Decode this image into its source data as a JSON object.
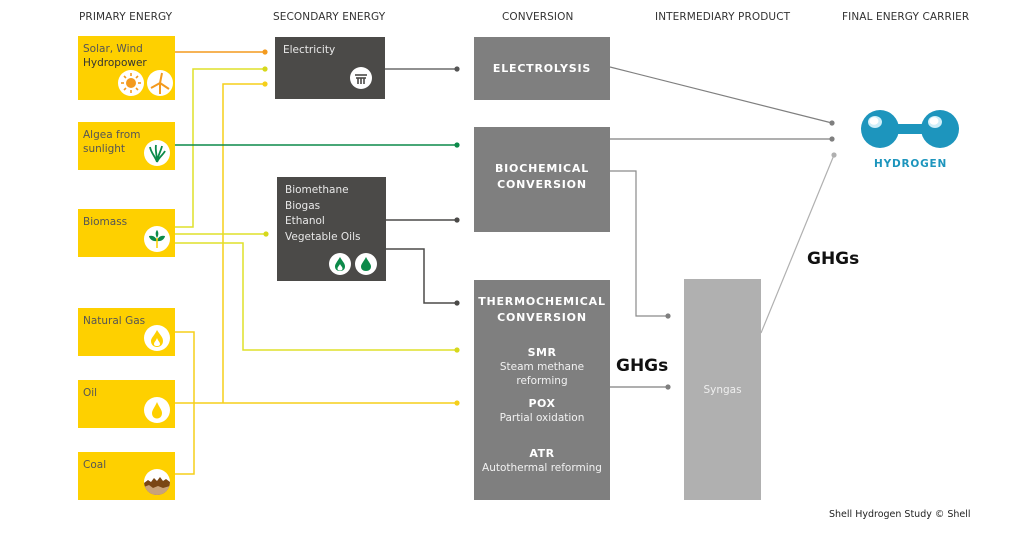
{
  "columns": {
    "primary": "PRIMARY ENERGY",
    "secondary": "SECONDARY ENERGY",
    "conversion": "CONVERSION",
    "intermediary": "INTERMEDIARY PRODUCT",
    "final": "FINAL ENERGY CARRIER"
  },
  "primary_sources": [
    {
      "line1": "Solar, Wind",
      "line2": "Hydropower",
      "icons": [
        "sun-icon",
        "wind-turbine-icon"
      ]
    },
    {
      "line1": "Algea from",
      "line2": "sunlight",
      "icons": [
        "algae-icon"
      ]
    },
    {
      "line1": "Biomass",
      "line2": "",
      "icons": [
        "plant-icon"
      ]
    },
    {
      "line1": "Natural Gas",
      "line2": "",
      "icons": [
        "flame-icon"
      ]
    },
    {
      "line1": "Oil",
      "line2": "",
      "icons": [
        "oil-drop-icon"
      ]
    },
    {
      "line1": "Coal",
      "line2": "",
      "icons": [
        "coal-icon"
      ]
    }
  ],
  "secondary": {
    "electricity": {
      "label": "Electricity",
      "icon": "power-grid-icon"
    },
    "bio": {
      "items": [
        "Biomethane",
        "Biogas",
        "Ethanol",
        "Vegetable Oils"
      ],
      "icons": [
        "bio-flame-icon",
        "bio-drop-icon"
      ]
    }
  },
  "conversion": {
    "electrolysis": "ELECTROLYSIS",
    "biochemical": [
      "BIOCHEMICAL",
      "CONVERSION"
    ],
    "thermochemical": {
      "title": [
        "THERMOCHEMICAL",
        "CONVERSION"
      ],
      "processes": [
        {
          "abbr": "SMR",
          "name": "Steam methane reforming"
        },
        {
          "abbr": "POX",
          "name": "Partial oxidation"
        },
        {
          "abbr": "ATR",
          "name": "Autothermal reforming"
        }
      ]
    }
  },
  "intermediary": {
    "label": "Syngas"
  },
  "emissions": {
    "label1": "GHGs",
    "label2": "GHGs"
  },
  "final": {
    "label": "HYDROGEN",
    "icon": "hydrogen-molecule-icon"
  },
  "colors": {
    "primary_box": "#fed000",
    "secondary_box": "#4b4a48",
    "conversion_box": "#7f7f7f",
    "syngas_box": "#b0b0b0",
    "hydrogen": "#1d95bd",
    "renewable_line": "#f39a1e",
    "biomass_line": "#dfe12a",
    "fossil_line": "#f5cf1a",
    "algae_line": "#0c8a4a"
  },
  "credit": "Shell Hydrogen Study  © Shell"
}
